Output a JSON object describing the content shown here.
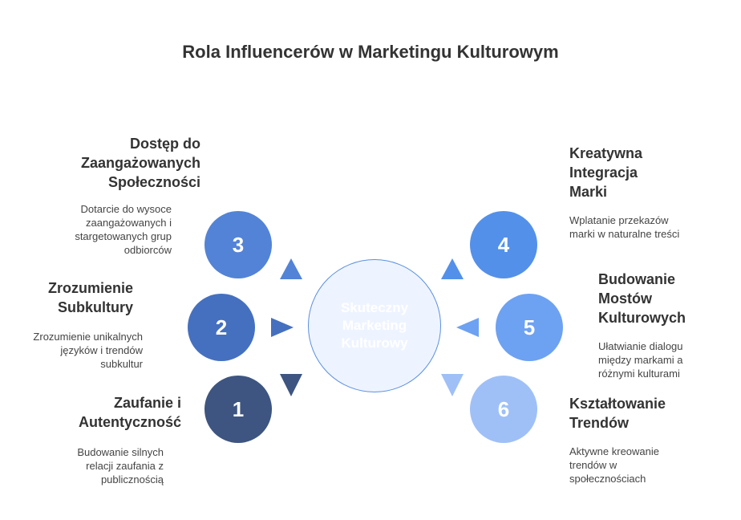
{
  "title": "Rola Influencerów w Marketingu Kulturowym",
  "center": {
    "label": "Skuteczny Marketing Kulturowy"
  },
  "colors": {
    "c1": "#3d5580",
    "c2": "#4570bf",
    "c3": "#5283d6",
    "c4": "#5390ea",
    "c5": "#6da1f2",
    "c6": "#9fc0f7"
  },
  "items": [
    {
      "number": "1",
      "heading": "Zaufanie i Autentyczność",
      "desc": "Budowanie silnych relacji zaufania z publicznością"
    },
    {
      "number": "2",
      "heading": "Zrozumienie Subkultury",
      "desc": "Zrozumienie unikalnych języków i trendów subkultur"
    },
    {
      "number": "3",
      "heading": "Dostęp do Zaangażowanych Społeczności",
      "desc": "Dotarcie do wysoce zaangażowanych i stargetowanych grup odbiorców"
    },
    {
      "number": "4",
      "heading": "Kreatywna Integracja Marki",
      "desc": "Wplatanie przekazów marki w naturalne treści"
    },
    {
      "number": "5",
      "heading": "Budowanie Mostów Kulturowych",
      "desc": "Ułatwianie dialogu między markami a różnymi kulturami"
    },
    {
      "number": "6",
      "heading": "Kształtowanie Trendów",
      "desc": "Aktywne kreowanie trendów w społecznościach"
    }
  ]
}
